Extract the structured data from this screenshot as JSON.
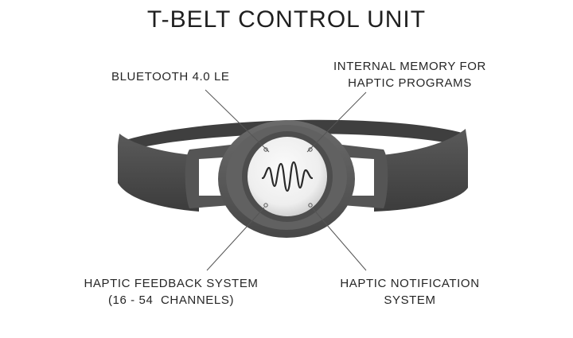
{
  "title": "T-BELT CONTROL UNIT",
  "callouts": {
    "bluetooth": {
      "lines": [
        "BLUETOOTH 4.0 LE"
      ]
    },
    "memory": {
      "lines": [
        "INTERNAL MEMORY FOR",
        "HAPTIC PROGRAMS"
      ]
    },
    "feedback": {
      "lines": [
        "HAPTIC FEEDBACK SYSTEM",
        "(16 - 54  CHANNELS)"
      ]
    },
    "notification": {
      "lines": [
        "HAPTIC NOTIFICATION",
        "SYSTEM"
      ]
    }
  },
  "colors": {
    "belt": "#4a4a4a",
    "unit_housing": "#5a5a5a",
    "face": "#f2f2f2",
    "waveform": "#2a2a2a"
  },
  "icons": {
    "face_symbol": "sine-wave-icon"
  }
}
